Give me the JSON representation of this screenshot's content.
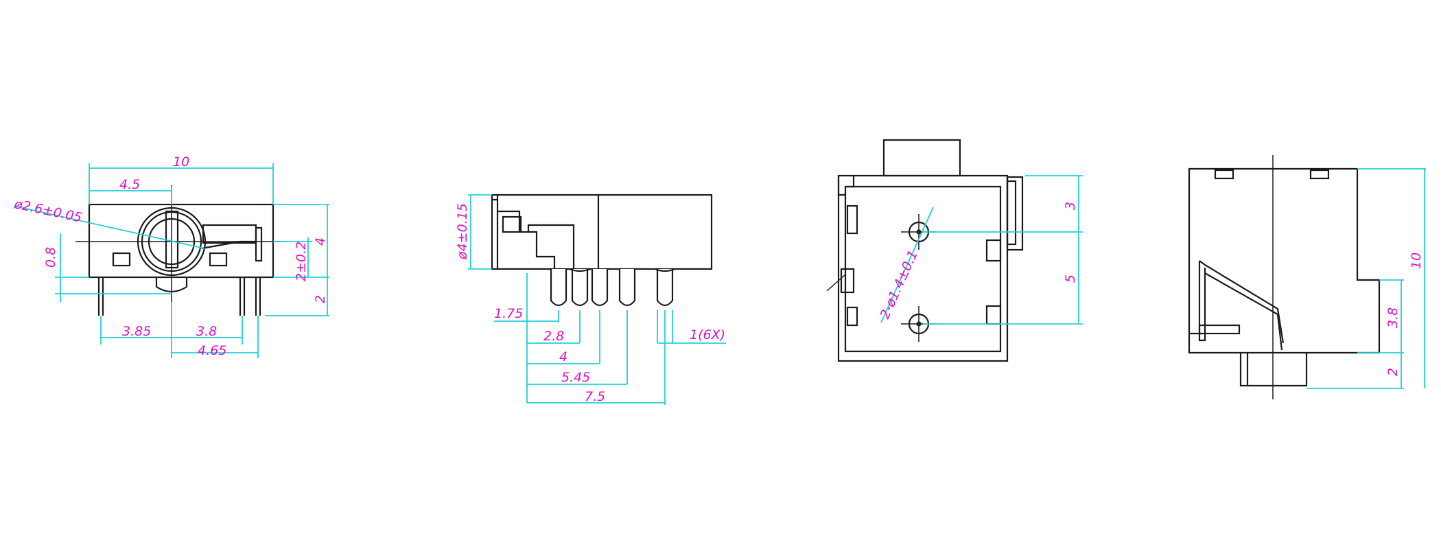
{
  "colors": {
    "outline": "#1a1a1a",
    "dimension_line": "#20d0d8",
    "dimension_text": "#e010c8",
    "background": "#ffffff"
  },
  "front_view": {
    "width_10": "10",
    "offset_4_5": "4.5",
    "hole_dia": "ø2.6±0.05",
    "height_4": "4",
    "pin_offset": "2±0.2",
    "standoff_0_8": "0.8",
    "pin_length_2": "2",
    "pin_3_85": "3.85",
    "pin_3_8": "3.8",
    "pin_4_65": "4.65"
  },
  "side_view": {
    "plug_dia": "ø4±0.15",
    "pin_1_75": "1.75",
    "pin_2_8": "2.8",
    "pin_4": "4",
    "pin_5_45": "5.45",
    "pin_7_5": "7.5",
    "pin_width": "1(6X)"
  },
  "bottom_view": {
    "hole_spec": "2-ø1.4±0.1",
    "dim_3": "3",
    "dim_5": "5"
  },
  "rear_view": {
    "dim_10": "10",
    "dim_3_8": "3.8",
    "dim_2": "2"
  }
}
